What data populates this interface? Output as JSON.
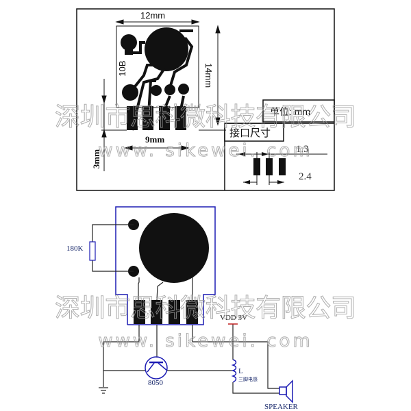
{
  "top": {
    "dim_width": "12mm",
    "dim_height": "14mm",
    "dim_pads": "9mm",
    "dim_pad_length": "3mm",
    "board_label": "10B",
    "unit_label": "单位: mm",
    "interface_title": "接口尺寸",
    "pad_pitch": "1.3",
    "pad_spacing": "2.4"
  },
  "bottom": {
    "resistor_label": "180K",
    "transistor_label": "8050",
    "vdd_label": "VDD 3V",
    "inductor_label": "L",
    "inductor_sub": "三脚电感",
    "speaker_label": "SPEAKER"
  },
  "watermark": {
    "company": "深圳市思科微科技有限公司",
    "website": "www. sikewei. com"
  },
  "colors": {
    "ink": "#111111",
    "blue": "#1c1cb4",
    "navy": "#1a2a6c",
    "red": "#c02020"
  }
}
